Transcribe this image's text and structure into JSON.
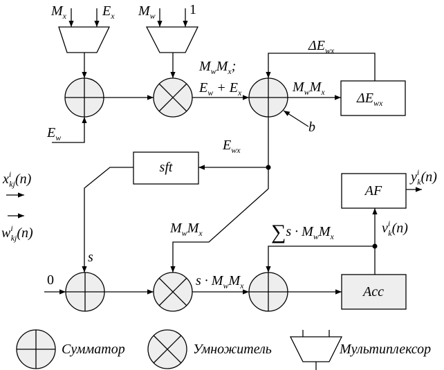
{
  "mux1": {
    "in1": "M",
    "in1_sub": "x",
    "in2": "E",
    "in2_sub": "x"
  },
  "mux2": {
    "in1": "M",
    "in1_sub": "w",
    "in2": "1"
  },
  "adder1_input": {
    "main": "E",
    "sub": "w"
  },
  "mid_label": {
    "l1a": "M",
    "l1a_sub": "w",
    "l1b": "M",
    "l1b_sub": "x",
    "l1c": ";",
    "l2a": "E",
    "l2a_sub": "w",
    "l2b": " + E",
    "l2b_sub": "x"
  },
  "adder2_out": {
    "a": "M",
    "a_sub": "w",
    "b": "M",
    "b_sub": "x"
  },
  "feedback": {
    "main": "ΔE",
    "sub": "wx"
  },
  "delta_box": {
    "main": "ΔE",
    "sub": "wx"
  },
  "b_label": "b",
  "ewx_label": {
    "main": "E",
    "sub": "wx"
  },
  "sft_box": "sft",
  "inputs": {
    "x": "x",
    "x_sup": "i",
    "x_sub": "kj",
    "x_arg": "(n)",
    "w": "w",
    "w_sup": "i",
    "w_sub": "kj",
    "w_arg": "(n)"
  },
  "s_label": "s",
  "zero_label": "0",
  "mm_label": {
    "a": "M",
    "a_sub": "w",
    "b": "M",
    "b_sub": "x"
  },
  "prod_label": {
    "a": "s · M",
    "a_sub": "w",
    "b": "M",
    "b_sub": "x"
  },
  "sum_label": {
    "sigma": "∑",
    "a": "s · M",
    "a_sub": "w",
    "b": "M",
    "b_sub": "x"
  },
  "af_box": "AF",
  "acc_box": "Acc",
  "y_out": {
    "main": "y",
    "sup": "i",
    "sub": "k",
    "arg": "(n)"
  },
  "v_label": {
    "main": "v",
    "sup": "i",
    "sub": "k",
    "arg": "(n)"
  },
  "legend": {
    "adder": "Сумматор",
    "multiplier": "Умножитель",
    "mux": "Мультиплексор"
  },
  "colors": {
    "operator_fill": "#eeeeee",
    "line": "#000000"
  }
}
